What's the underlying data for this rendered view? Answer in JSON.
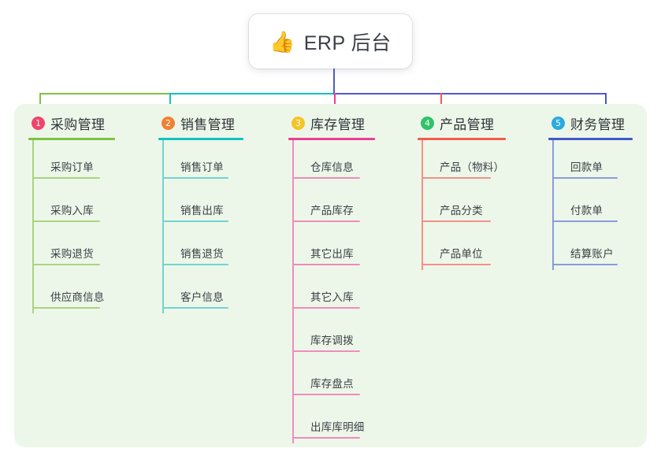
{
  "root": {
    "icon": "thumbs-up-icon",
    "icon_glyph": "👍",
    "title": "ERP 后台"
  },
  "palette": {
    "panel_background": "#EDF7E9",
    "page_background": "#FFFFFF",
    "root_stem": "#4F5BC4",
    "text": "#3A3F46"
  },
  "columns": [
    {
      "number": "1",
      "title": "采购管理",
      "badge_color": "#F2436A",
      "line_color": "#7DC242",
      "soft_color": "#A9D47F",
      "items": [
        {
          "label": "采购订单"
        },
        {
          "label": "采购入库"
        },
        {
          "label": "采购退货"
        },
        {
          "label": "供应商信息"
        }
      ]
    },
    {
      "number": "2",
      "title": "销售管理",
      "badge_color": "#F28033",
      "line_color": "#13C2C2",
      "soft_color": "#6FD4D2",
      "items": [
        {
          "label": "销售订单"
        },
        {
          "label": "销售出库"
        },
        {
          "label": "销售退货"
        },
        {
          "label": "客户信息"
        }
      ]
    },
    {
      "number": "3",
      "title": "库存管理",
      "badge_color": "#F5C426",
      "line_color": "#EA3F94",
      "soft_color": "#EE8CBC",
      "items": [
        {
          "label": "仓库信息"
        },
        {
          "label": "产品库存"
        },
        {
          "label": "其它出库"
        },
        {
          "label": "其它入库"
        },
        {
          "label": "库存调拨"
        },
        {
          "label": "库存盘点"
        },
        {
          "label": "出库库明细"
        }
      ]
    },
    {
      "number": "4",
      "title": "产品管理",
      "badge_color": "#2FC26A",
      "line_color": "#F45B50",
      "soft_color": "#F59089",
      "items": [
        {
          "label": "产品（物料）"
        },
        {
          "label": "产品分类"
        },
        {
          "label": "产品单位"
        }
      ]
    },
    {
      "number": "5",
      "title": "财务管理",
      "badge_color": "#2BAADF",
      "line_color": "#4458C9",
      "soft_color": "#8A9BDD",
      "items": [
        {
          "label": "回款单"
        },
        {
          "label": "付款单"
        },
        {
          "label": "结算账户"
        }
      ]
    }
  ]
}
